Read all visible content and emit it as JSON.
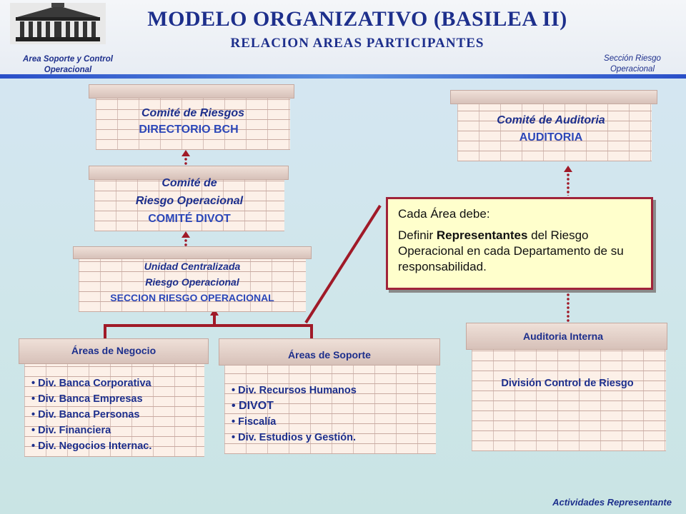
{
  "header": {
    "title": "MODELO ORGANIZATIVO (BASILEA II)",
    "subtitle": "RELACION AREAS PARTICIPANTES",
    "left_caption": "Area Soporte y Control Operacional",
    "right_caption": "Sección Riesgo Operacional",
    "logo_icon": "bank-building-logo"
  },
  "boxes": {
    "comite_riesgos": {
      "line1": "Comité de Riesgos",
      "line2": "DIRECTORIO BCH"
    },
    "comite_riesgo_operacional": {
      "line1": "Comité de",
      "line2": "Riesgo Operacional",
      "line3": "COMITÉ DIVOT"
    },
    "unidad_centralizada": {
      "line1": "Unidad Centralizada",
      "line2": "Riesgo Operacional",
      "line3": "SECCION RIESGO OPERACIONAL"
    },
    "comite_auditoria": {
      "line1": "Comité de Auditoria",
      "line2": "AUDITORIA"
    },
    "areas_negocio": {
      "title": "Áreas de Negocio",
      "items": [
        "Div. Banca Corporativa",
        "Div. Banca Empresas",
        "Div. Banca Personas",
        "Div. Financiera",
        "Div. Negocios Internac."
      ]
    },
    "areas_soporte": {
      "title": "Áreas de Soporte",
      "items": [
        "Div. Recursos Humanos",
        "DIVOT",
        "Fiscalía",
        "Div. Estudios y Gestión."
      ]
    },
    "auditoria_interna": {
      "title": "Auditoria Interna",
      "line1": "División Control de Riesgo"
    }
  },
  "callout": {
    "line1": "Cada Área debe:",
    "pre": "Definir ",
    "bold": "Representantes",
    "post": " del Riesgo Operacional en cada Departamento de su responsabilidad."
  },
  "footer": {
    "text": "Actividades Representante"
  },
  "colors": {
    "title": "#1d2f8c",
    "connector": "#a01a28",
    "callout_bg": "#ffffcc",
    "brick": "#fcf0e8"
  }
}
